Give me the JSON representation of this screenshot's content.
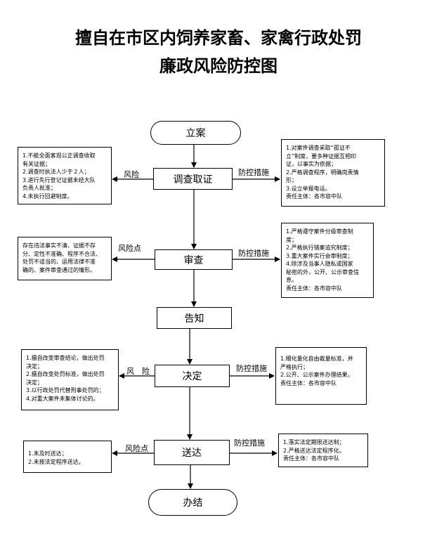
{
  "title": {
    "line1": "擅自在市区内饲养家畜、家禽行政处罚",
    "line2": "廉政风险防控图"
  },
  "steps": {
    "start": "立案",
    "investigate": "调查取证",
    "review": "审查",
    "notify": "告知",
    "decide": "决定",
    "deliver": "送达",
    "end": "办结"
  },
  "labels": {
    "risk1": "风险",
    "control1": "防控措施",
    "risk2": "风险点",
    "control2": "防控措施",
    "risk3": "风　险",
    "control3": "防控措施",
    "risk4": "风险点",
    "control4": "防控措施"
  },
  "risks": {
    "investigate": [
      "1.不能全面客观公正调查收取",
      "有关证据；",
      "2.调查时执法人少于２人；",
      "3.进行先行登记证据未经大队",
      "负责人批准；",
      "4.未执行回避制度。"
    ],
    "review": [
      "存在违法事实不清、证据不存",
      "分、定性不准确、程序不合法、",
      "处罚不适当的、运用法律不准",
      "确的、案件审查通过的情形。"
    ],
    "decide": [
      "1.擅自改变审查结论，做出处罚",
      "决定；",
      "2.擅自改变处罚标准，做出处罚",
      "决定；",
      "3.以行政处罚代替刑事处罚的；",
      "4.对重大案件未集体讨论的。"
    ],
    "deliver": [
      "1.未及时送达；",
      "2.未按法定程序送达。"
    ]
  },
  "controls": {
    "investigate": [
      "1.对案件调查采取“孤证不",
      "立”制度，要多种证据互相印",
      "证，以事实为依据；",
      "2.严格调查程序，明确岗责情",
      "形；",
      "3.设立举报电话。",
      "责任主体：各市容中队"
    ],
    "review": [
      "1.严格遵守案件分级审查制",
      "度；",
      "2.严格执行错案追究制度；",
      "3.重大案件实行会审制度；",
      "4.除涉及当事人隐私或国家",
      "秘密的外，公开、公示审查信",
      "息。",
      "责任主体：各市容中队"
    ],
    "decide": [
      "1.细化量化自由裁量标准，并",
      "严格执行；",
      "2.公开、公示案件办理结果。",
      "",
      "责任主体：各市容中队"
    ],
    "deliver": [
      "1.落实法定期限送达制；",
      "2.严格送达法定程序化。",
      "责任主体：各市容中队"
    ]
  }
}
